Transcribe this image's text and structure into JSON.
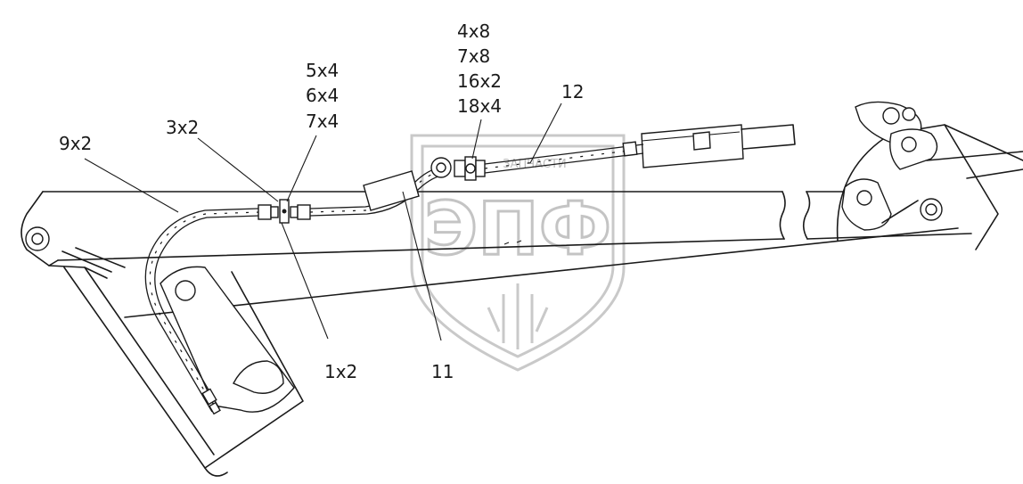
{
  "watermark": {
    "logo_text": "ЭПФ",
    "sub_text": "ЗАПЧАСТИ"
  },
  "callouts": [
    {
      "id": "9x2",
      "lines": [
        "9x2"
      ]
    },
    {
      "id": "3x2",
      "lines": [
        "3x2"
      ]
    },
    {
      "id": "5x4-group",
      "lines": [
        "5x4",
        "6x4",
        "7x4"
      ]
    },
    {
      "id": "4x8-group",
      "lines": [
        "4x8",
        "7x8",
        "16x2",
        "18x4"
      ]
    },
    {
      "id": "12",
      "lines": [
        "12"
      ]
    },
    {
      "id": "1x2",
      "lines": [
        "1x2"
      ]
    },
    {
      "id": "11",
      "lines": [
        "11"
      ]
    }
  ]
}
